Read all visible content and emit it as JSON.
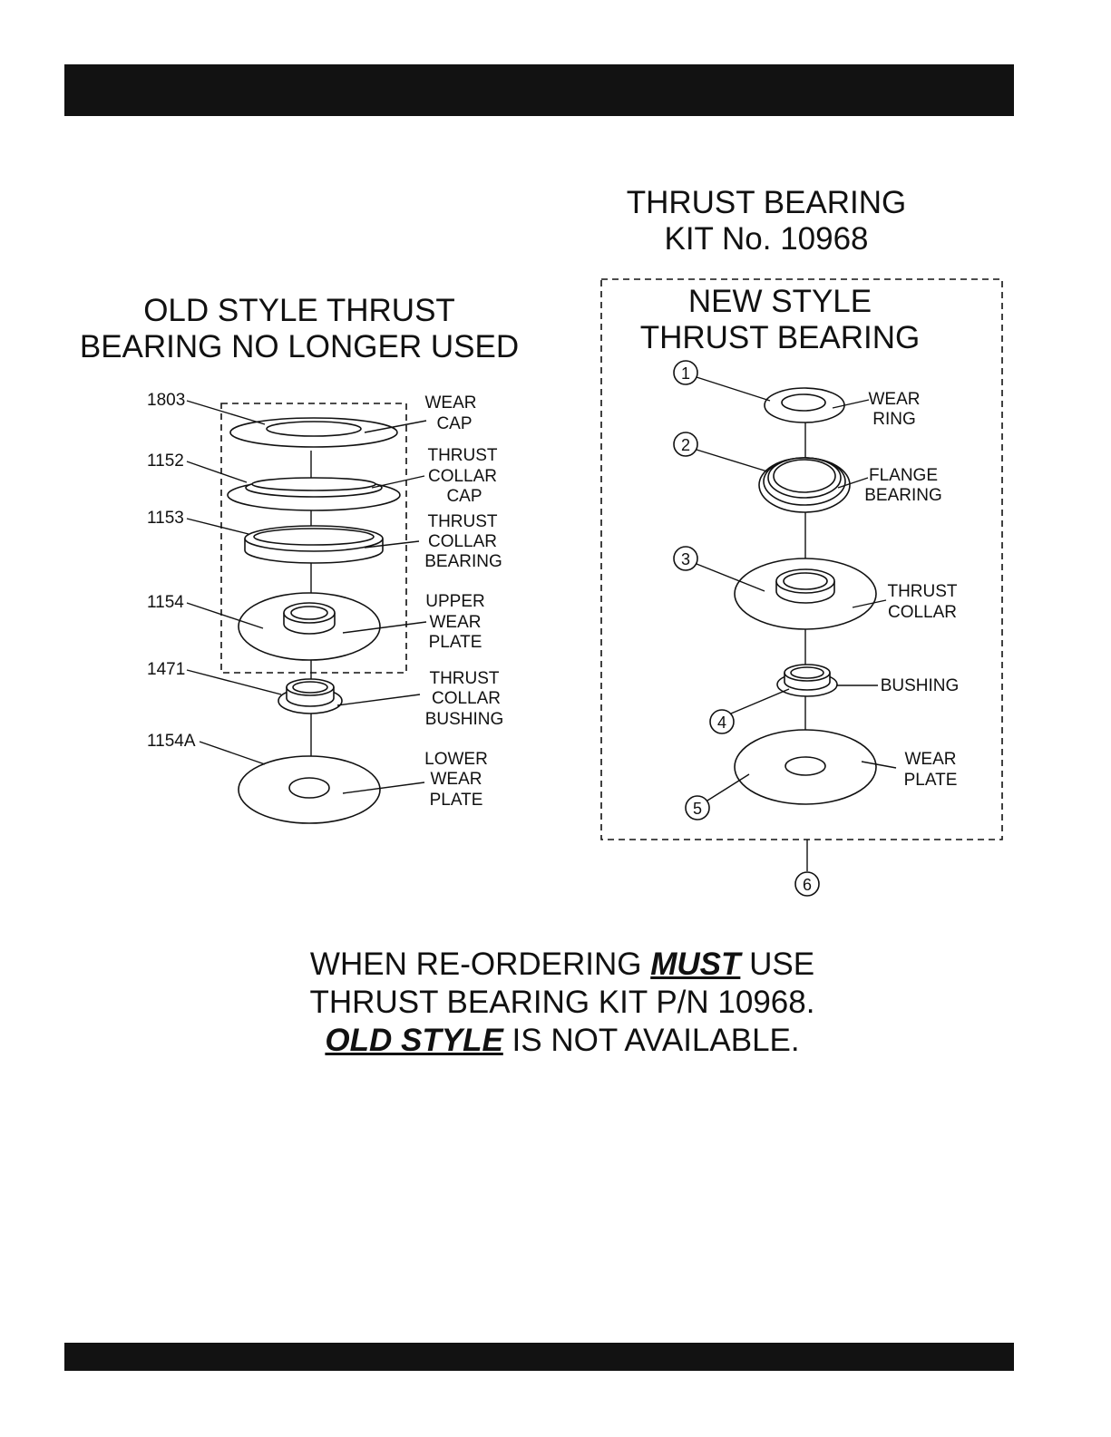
{
  "old_style": {
    "heading": [
      "OLD STYLE THRUST",
      "BEARING NO LONGER USED"
    ],
    "parts": [
      {
        "number": "1803",
        "label": [
          "WEAR",
          "CAP"
        ]
      },
      {
        "number": "1152",
        "label": [
          "THRUST",
          "COLLAR",
          "CAP"
        ]
      },
      {
        "number": "1153",
        "label": [
          "THRUST",
          "COLLAR",
          "BEARING"
        ]
      },
      {
        "number": "1154",
        "label": [
          "UPPER",
          "WEAR",
          "PLATE"
        ]
      },
      {
        "number": "1471",
        "label": [
          "THRUST",
          "COLLAR",
          "BUSHING"
        ]
      },
      {
        "number": "1154A",
        "label": [
          "LOWER",
          "WEAR",
          "PLATE"
        ]
      }
    ]
  },
  "kit": {
    "heading": [
      "THRUST BEARING",
      "KIT No. 10968"
    ],
    "new_heading": [
      "NEW STYLE",
      "THRUST BEARING"
    ],
    "parts": [
      {
        "number": "1",
        "label": [
          "WEAR",
          "RING"
        ]
      },
      {
        "number": "2",
        "label": [
          "FLANGE",
          "BEARING"
        ]
      },
      {
        "number": "3",
        "label": [
          "THRUST",
          "COLLAR"
        ]
      },
      {
        "number": "4",
        "label": [
          "BUSHING"
        ]
      },
      {
        "number": "5",
        "label": [
          "WEAR",
          "PLATE"
        ]
      },
      {
        "number": "6",
        "label": []
      }
    ]
  },
  "notice": {
    "line1_pre": "WHEN RE-ORDERING ",
    "line1_emph": "MUST",
    "line1_post": " USE",
    "line2": "THRUST BEARING KIT P/N 10968.",
    "line3_emph": "OLD STYLE",
    "line3_post": " IS NOT AVAILABLE."
  }
}
